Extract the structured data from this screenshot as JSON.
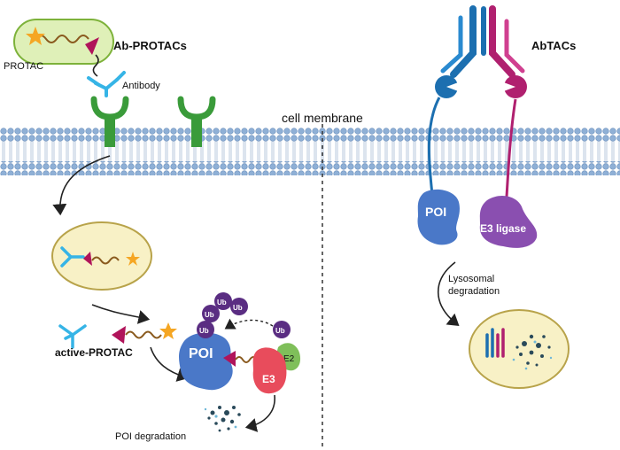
{
  "left_panel": {
    "title": "Ab-PROTACs",
    "protac_label": "PROTAC",
    "antibody_label": "Antibody",
    "active_protac_label": "active-PROTAC",
    "poi_label": "POI",
    "e3_label": "E3",
    "e2_label": "E2",
    "ub_label": "Ub",
    "degradation_label": "POI degradation"
  },
  "membrane_label": "cell membrane",
  "right_panel": {
    "title": "AbTACs",
    "poi_label": "POI",
    "e3_ligase_label": "E3 ligase",
    "lysosomal_line1": "Lysosomal",
    "lysosomal_line2": "degradation"
  },
  "colors": {
    "membrane_head": "#8fb0d6",
    "membrane_tail": "#c9d6e6",
    "vesicle_fill": "#f8f1c6",
    "vesicle_stroke": "#b8a34a",
    "antibody_cyan": "#36b4e6",
    "receptor_green": "#3a9b3a",
    "poi_blue": "#4a78c8",
    "e3_red": "#e84c5c",
    "e2_green": "#7fbf5a",
    "ub_purple": "#5a2d82",
    "warhead_magenta": "#b0145a",
    "star_orange": "#f5a623",
    "abtac_blue": "#1c6fb0",
    "abtac_magenta": "#b0206f",
    "e3_ligase_purple": "#8a4fb0"
  }
}
